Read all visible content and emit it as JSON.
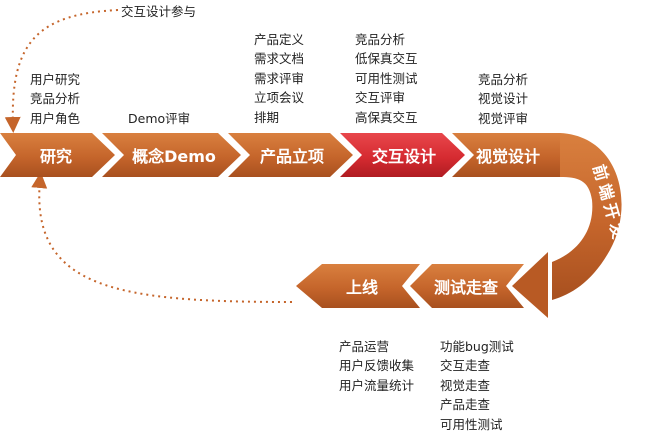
{
  "colors": {
    "arrow": "#c5652b",
    "arrow_dark": "#9e4c1c",
    "highlight": "#d62b31",
    "dots": "#c5652b"
  },
  "top_loop_label": "交互设计参与",
  "stages": {
    "research": "研究",
    "concept": "概念Demo",
    "project": "产品立项",
    "interaction": "交互设计",
    "visual": "视觉设计",
    "frontend": "前端开发",
    "testing": "测试走查",
    "launch": "上线"
  },
  "notes": {
    "research": [
      "用户研究",
      "竞品分析",
      "用户角色"
    ],
    "concept": [
      "Demo评审"
    ],
    "project": [
      "产品定义",
      "需求文档",
      "需求评审",
      "立项会议",
      "排期"
    ],
    "interaction": [
      "竞品分析",
      "低保真交互",
      "可用性测试",
      "交互评审",
      "高保真交互"
    ],
    "visual": [
      "竞品分析",
      "视觉设计",
      "视觉评审"
    ],
    "launch": [
      "产品运营",
      "用户反馈收集",
      "用户流量统计"
    ],
    "testing": [
      "功能bug测试",
      "交互走查",
      "视觉走查",
      "产品走查",
      "可用性测试"
    ]
  }
}
